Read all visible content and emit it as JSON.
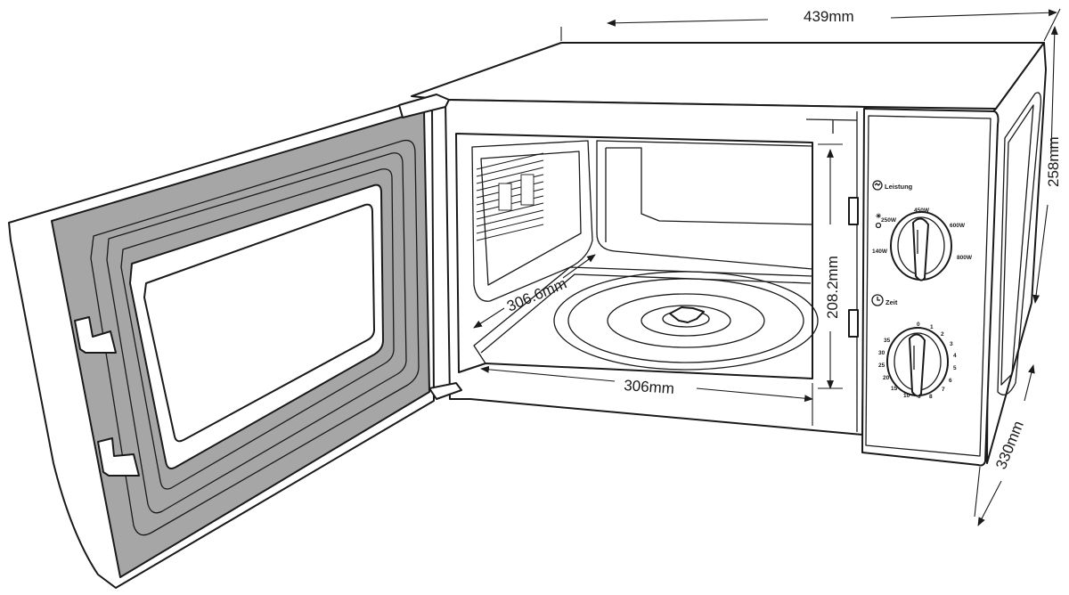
{
  "dimensions": {
    "width": "439mm",
    "height": "258mm",
    "depth": "330mm",
    "cavity_width": "306mm",
    "cavity_depth": "306.6mm",
    "cavity_height": "208.2mm"
  },
  "power_knob": {
    "title": "Leistung",
    "settings": [
      "140W",
      "250W",
      "450W",
      "600W",
      "800W"
    ]
  },
  "timer_knob": {
    "title": "Zeit",
    "marks": [
      "0",
      "1",
      "2",
      "3",
      "4",
      "5",
      "6",
      "7",
      "8",
      "9",
      "10",
      "15",
      "20",
      "25",
      "30",
      "35"
    ]
  },
  "colors": {
    "door_panel": "#a6a6a6",
    "line": "#1a1a1a",
    "background": "#ffffff"
  },
  "icons": {
    "power": "microwave-waves-icon",
    "defrost": "snowflake-icon",
    "timer": "clock-icon"
  }
}
